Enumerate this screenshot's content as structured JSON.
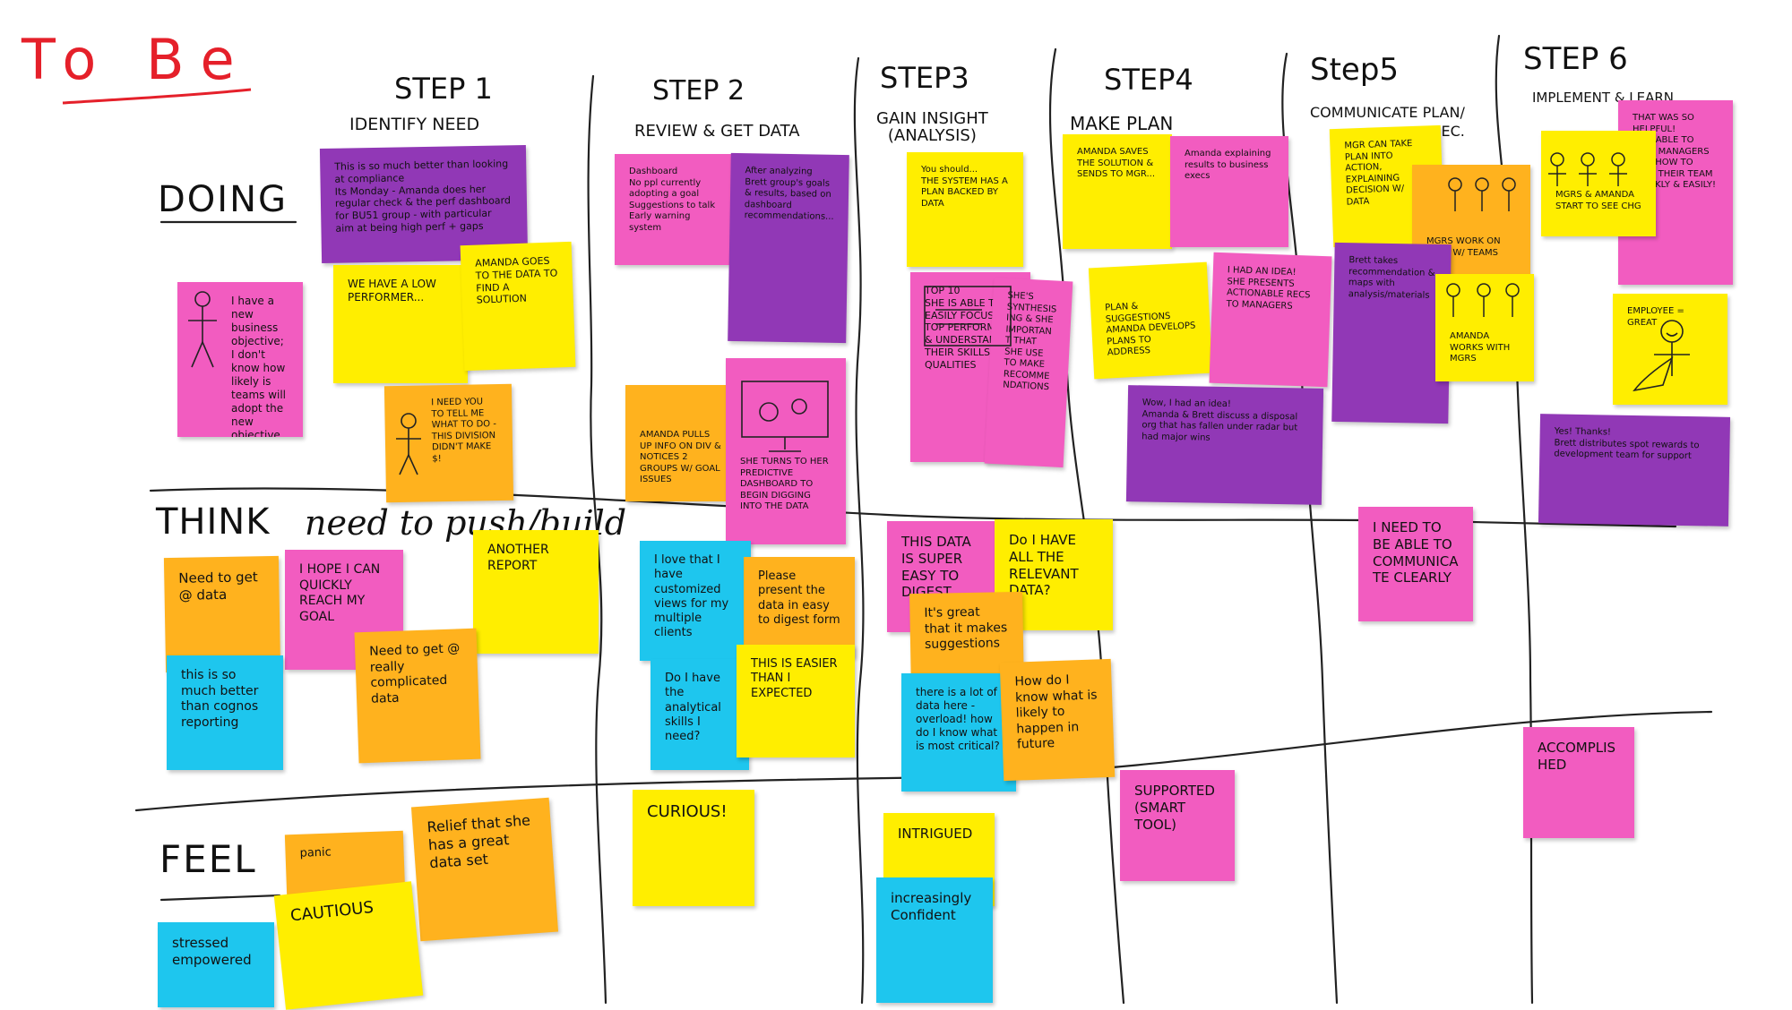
{
  "board": {
    "title": "To Be",
    "title_color": "#e5202a",
    "rows": {
      "doing": "DOING",
      "think": "THINK",
      "think_extra": "need to push/build",
      "feel": "FEEL"
    },
    "steps": [
      {
        "label": "STEP 1",
        "subtitle": "IDENTIFY NEED"
      },
      {
        "label": "STEP 2",
        "subtitle": "REVIEW & GET DATA"
      },
      {
        "label": "STEP3",
        "subtitle": "GAIN INSIGHT\n(ANALYSIS)"
      },
      {
        "label": "STEP4",
        "subtitle": "MAKE PLAN"
      },
      {
        "label": "Step5",
        "subtitle": "COMMUNICATE PLAN/\nREC."
      },
      {
        "label": "STEP 6",
        "subtitle": "IMPLEMENT & LEARN"
      }
    ],
    "colors": {
      "yellow": "#ffee00",
      "orange": "#ffb21e",
      "pink": "#f25cc0",
      "purple": "#9138b6",
      "blue": "#1ec6ee"
    }
  },
  "notes": {
    "doing": {
      "s1_purple": "This is so much better than looking at compliance\nIts Monday - Amanda does her regular check & the perf dashboard for BU51 group - with particular aim at being high perf + gaps",
      "s1_pink": "I have a new business objective; I don't know how likely is teams will adopt the new objective",
      "s1_yellow_a": "WE HAVE A LOW PERFORMER...",
      "s1_yellow_b": "AMANDA GOES TO THE DATA TO FIND A SOLUTION",
      "s1_orange": "I NEED YOU TO TELL ME WHAT TO DO - THIS DIVISION DIDN'T MAKE $!",
      "s2_pink_a": "Dashboard\nNo ppl currently adopting a goal\nSuggestions to talk\nEarly warning system",
      "s2_purple": "After analyzing Brett group's goals & results, based on dashboard recommendations...",
      "s2_orange": "AMANDA PULLS UP INFO ON DIV & NOTICES 2 GROUPS W/ GOAL ISSUES",
      "s2_pink_b": "SHE TURNS TO HER PREDICTIVE DASHBOARD TO BEGIN DIGGING INTO THE DATA",
      "s3_yellow": "You should...\nTHE SYSTEM HAS A PLAN BACKED BY DATA",
      "s3_pink_a": "TOP 10\nSHE IS ABLE TO EASILY FOCUS ON TOP PERFORMERS & UNDERSTAND THEIR SKILLS & QUALITIES",
      "s3_pink_b": "SHE'S SYNTHESISING & SHE IMPORTANT THAT SHE USE TO MAKE RECOMMENDATIONS",
      "s4_yellow_a": "AMANDA SAVES THE SOLUTION & SENDS TO MGR...",
      "s4_pink_a": "Amanda explaining results to business execs",
      "s4_yellow_b": "PLAN & SUGGESTIONS\nAMANDA DEVELOPS PLANS TO ADDRESS",
      "s4_pink_b": "I HAD AN IDEA!\nSHE PRESENTS ACTIONABLE RECS TO MANAGERS",
      "s4_purple": "Wow, I had an idea!\nAmanda & Brett discuss a disposal org that has fallen under radar but had major wins",
      "s5_yellow": "MGR CAN TAKE PLAN INTO ACTION, EXPLAINING DECISION W/ DATA",
      "s5_orange": "MGRS WORK ON PLAN W/ TEAMS",
      "s5_purple": "Brett takes recommendation & maps with analysis/materials",
      "s5_yellow_b": "AMANDA WORKS WITH MGRS",
      "s6_pink": "THAT WAS SO HELPFUL!\nWAS ABLE TO HELP MANAGERS AND HOW TO HELP THEIR TEAM QUICKLY & EASILY!",
      "s6_yellow_a": "MGRS & AMANDA START TO SEE CHG",
      "s6_yellow_b": "EMPLOYEE = GREAT",
      "s6_purple": "Yes! Thanks!\nBrett distributes spot rewards to development team for support"
    },
    "think": {
      "orange_a": "Need to get @ data",
      "pink_a": "I HOPE I CAN QUICKLY REACH MY GOAL",
      "yellow_a": "ANOTHER REPORT",
      "blue_a": "this is so much better than cognos reporting",
      "orange_b": "Need to get @ really complicated data",
      "blue_b": "I love that I have customized views for my multiple clients",
      "orange_c": "Please present the data in easy to digest form",
      "blue_c": "Do I have the analytical skills I need?",
      "yellow_b": "THIS IS EASIER THAN I EXPECTED",
      "pink_b": "THIS DATA IS SUPER EASY TO DIGEST",
      "yellow_c": "Do I HAVE ALL THE RELEVANT DATA?",
      "orange_d": "It's great that it makes suggestions",
      "blue_d": "there is a lot of data here - overload! how do I know what is most critical?",
      "orange_e": "How do I know what is likely to happen in future",
      "pink_c": "I NEED TO BE ABLE TO COMMUNICATE CLEARLY"
    },
    "feel": {
      "pink_panic": "panic",
      "yellow_cautious": "CAUTIOUS",
      "orange_relief": "Relief that she has a great data set",
      "blue_stressed": "stressed\nempowered",
      "yellow_curious": "CURIOUS!",
      "yellow_intrigued": "INTRIGUED",
      "blue_confident": "increasingly Confident",
      "pink_supported": "SUPPORTED\n(SMART TOOL)",
      "pink_accomplished": "ACCOMPLISHED"
    }
  }
}
